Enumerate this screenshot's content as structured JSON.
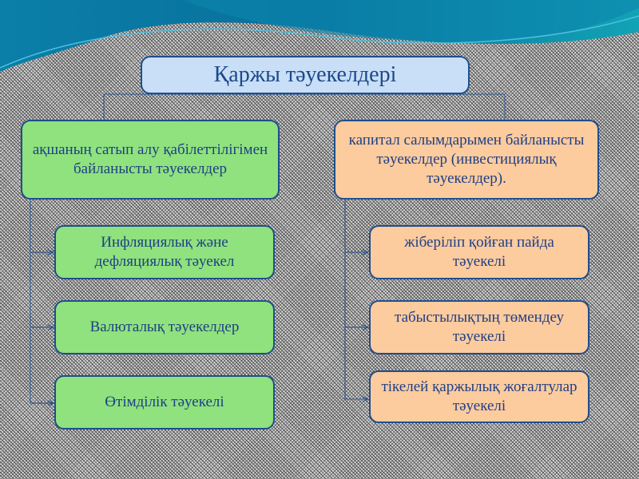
{
  "colors": {
    "title_fill": "#c9def7",
    "left_fill": "#8fe27d",
    "right_fill": "#fccb9e",
    "border": "#1f4e8c",
    "banner": "#0f8fb0"
  },
  "diagram": {
    "title": "Қаржы тәуекелдері",
    "left": {
      "label": "ақшаның сатып алу қабілеттілігімен байланысты тәуекелдер",
      "children": [
        "Инфляциялық және дефляциялық тәуекел",
        "Валюталық тәуекелдер",
        "Өтімділік тәуекелі"
      ]
    },
    "right": {
      "label": "капитал салымдарымен байланысты тәуекелдер (инвестициялық тәуекелдер).",
      "children": [
        "жіберіліп қойған пайда тәуекелі",
        "табыстылықтың төмендеу тәуекелі",
        "тікелей қаржылық жоғалтулар тәуекелі"
      ]
    }
  }
}
